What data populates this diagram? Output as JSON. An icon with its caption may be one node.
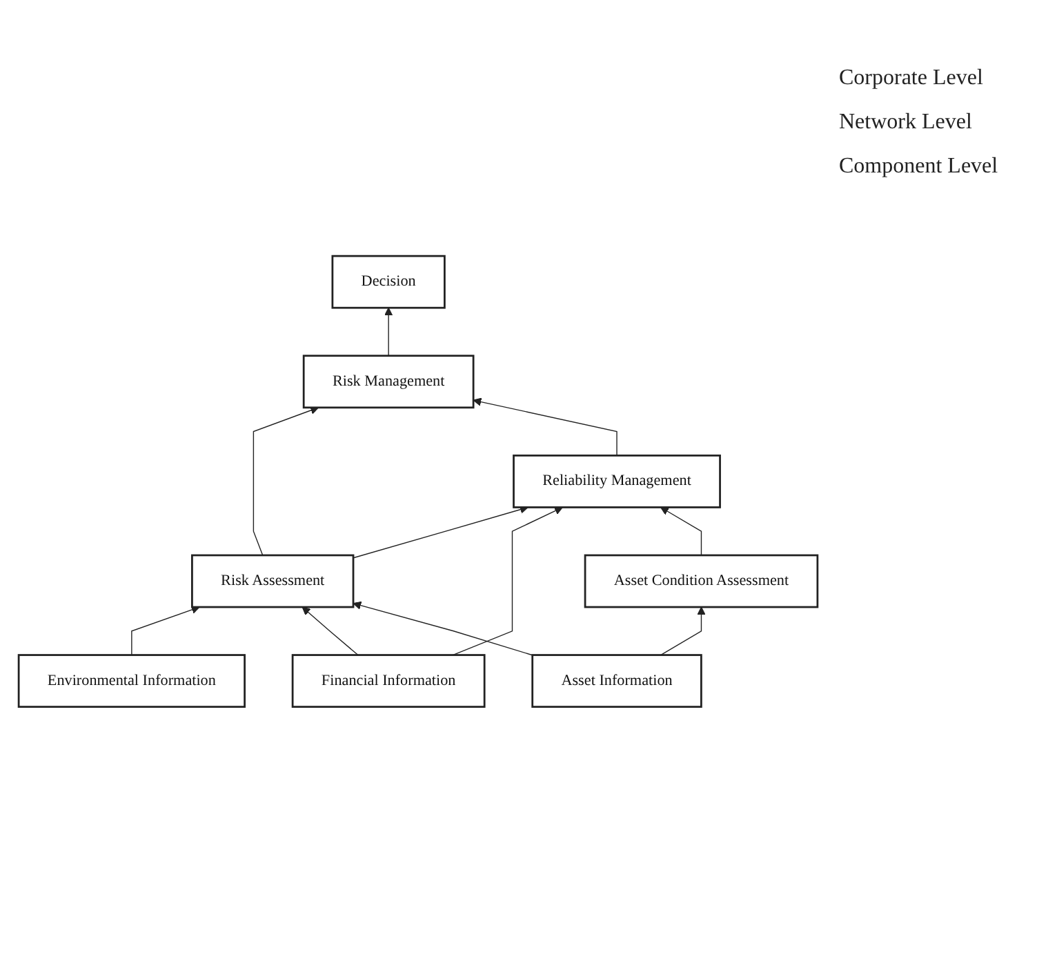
{
  "diagram": {
    "nodes": [
      {
        "text": [
          "Decision"
        ]
      },
      {
        "text": [
          "Risk Management"
        ]
      },
      {
        "text": [
          "Reliability Management"
        ]
      },
      {
        "text": [
          "Risk Assessment"
        ]
      },
      {
        "text": [
          "Asset Condition Assessment"
        ]
      },
      {
        "text": [
          "Environmental Information"
        ]
      },
      {
        "text": [
          "Financial Information"
        ]
      },
      {
        "text": [
          "Asset Information"
        ]
      }
    ],
    "edges": [
      {
        "from": 1,
        "to": 0,
        "arrow": "to"
      },
      {
        "from": 3,
        "to": 1,
        "arrow": "to"
      },
      {
        "from": 2,
        "to": 1,
        "arrow": "to"
      },
      {
        "from": 3,
        "to": 2,
        "arrow": "to"
      },
      {
        "from": 6,
        "to": 2,
        "arrow": "to"
      },
      {
        "from": 4,
        "to": 2,
        "arrow": "to"
      },
      {
        "from": 5,
        "to": 3,
        "arrow": "to"
      },
      {
        "from": 6,
        "to": 3,
        "arrow": "to"
      },
      {
        "from": 7,
        "to": 3,
        "arrow": "to"
      },
      {
        "from": 7,
        "to": 4,
        "arrow": "to"
      }
    ],
    "labels": [
      "Corporate Level",
      "Network Level",
      "Component Level"
    ]
  }
}
